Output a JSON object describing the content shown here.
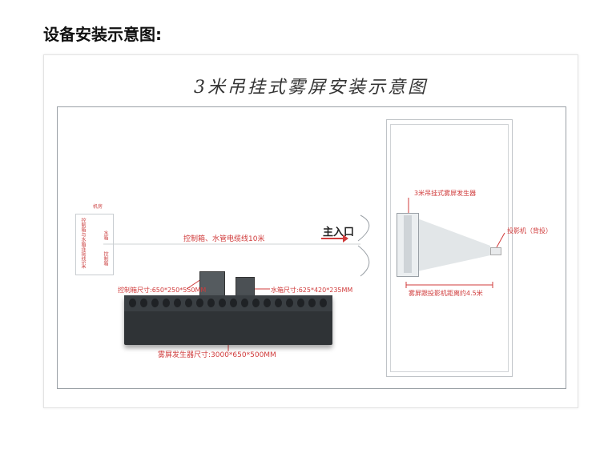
{
  "page": {
    "heading": "设备安装示意图:"
  },
  "diagram": {
    "title": "3米吊挂式雾屏安装示意图",
    "machine_room_label": "机房",
    "machine_room_text": "控制箱与水箱连接线5米",
    "water_tank_short": "水箱",
    "control_box_short": "控制箱",
    "cable_label": "控制箱、水管电缆线10米",
    "entrance_label": "主入口",
    "generator_label": "3米吊挂式雾屏发生器",
    "projector_label": "投影机（背投）",
    "distance_label": "雾屏跟投影机距离约4.5米",
    "control_box_size": "控制箱尺寸:650*250*550MM",
    "water_tank_size": "水箱尺寸:625*420*235MM",
    "generator_size": "雾屏发生器尺寸:3000*650*500MM"
  },
  "colors": {
    "accent_red": "#d03b3b",
    "line_gray": "#9aa0a6"
  }
}
